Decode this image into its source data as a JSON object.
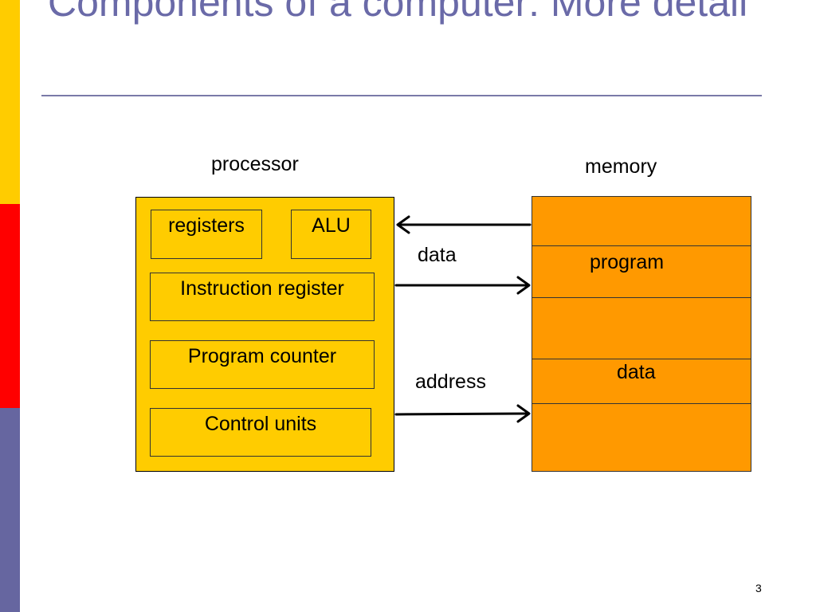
{
  "slide": {
    "title": "Components of a computer: More detail",
    "page_number": "3",
    "colors": {
      "title": "#6a6aa8",
      "stripe_top": "#ffcc00",
      "stripe_middle": "#ff0000",
      "stripe_bottom": "#6666a0",
      "processor_fill": "#ffcc00",
      "memory_fill": "#ff9900"
    }
  },
  "diagram": {
    "processor": {
      "label": "processor",
      "units": {
        "registers": "registers",
        "alu": "ALU",
        "instruction_register": "Instruction register",
        "program_counter": "Program counter",
        "control_units": "Control units"
      }
    },
    "memory": {
      "label": "memory",
      "segments": {
        "program": "program",
        "data": "data"
      }
    },
    "connections": {
      "data": "data",
      "address": "address"
    }
  }
}
